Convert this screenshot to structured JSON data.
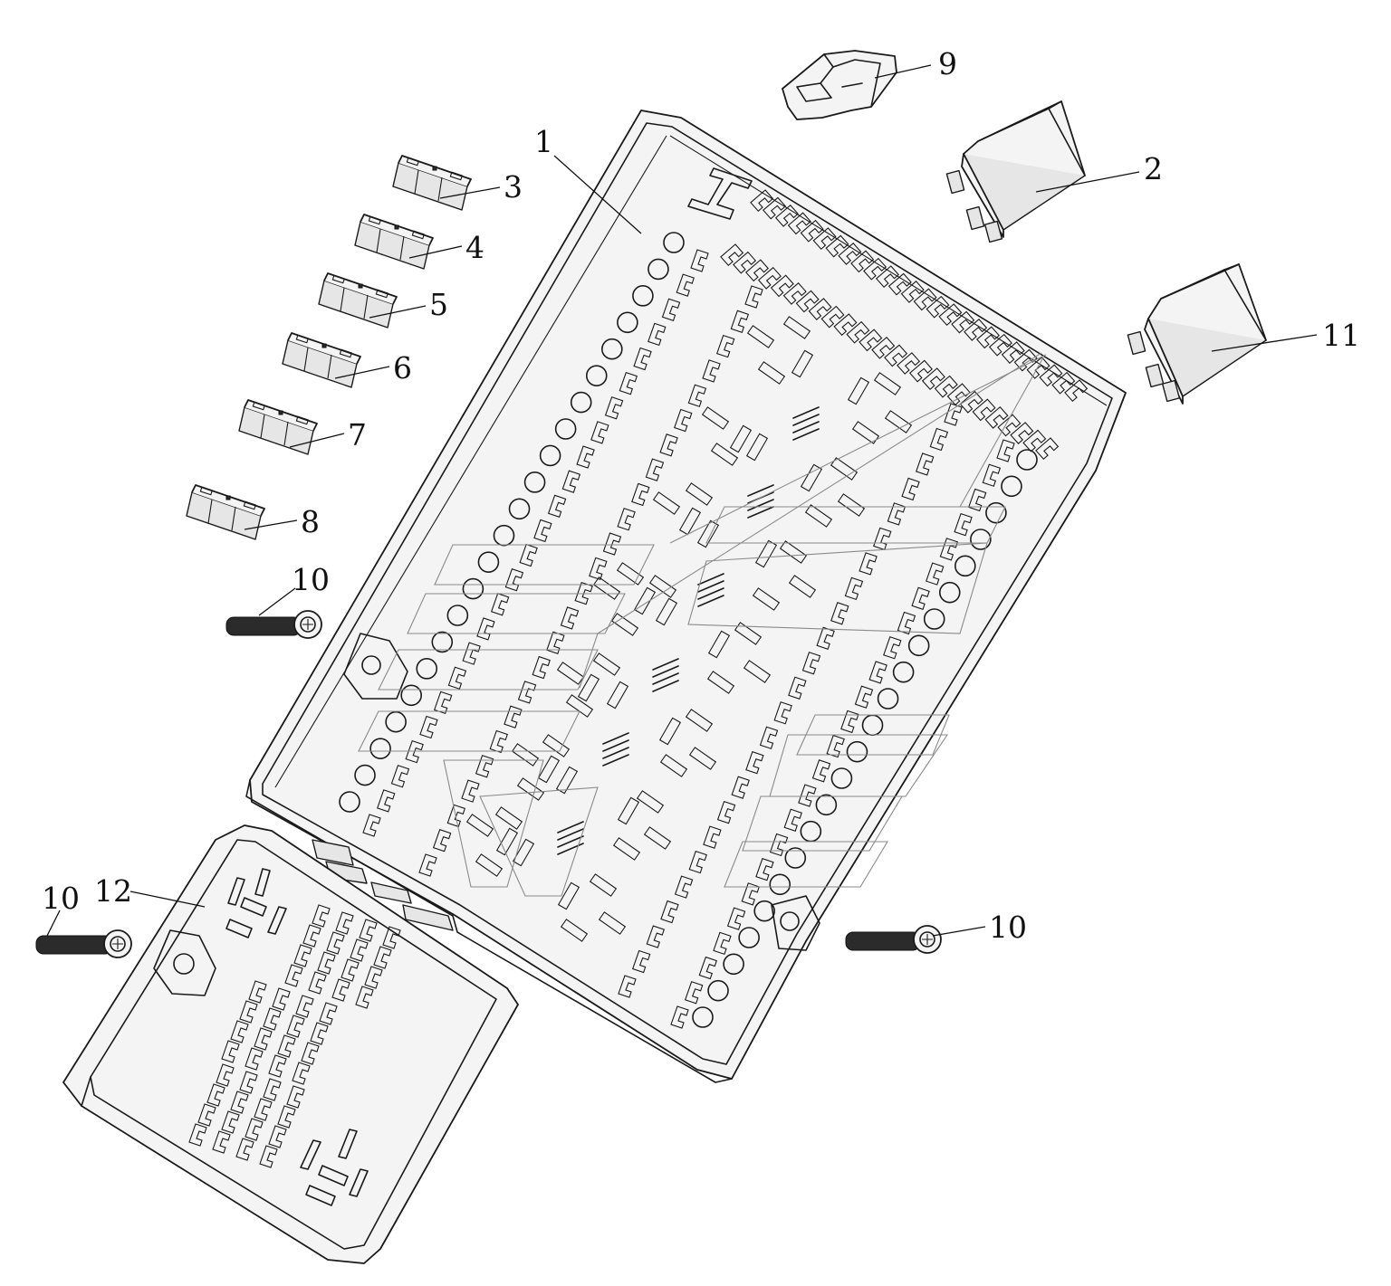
{
  "diagram": {
    "callouts": [
      {
        "id": "c1",
        "label": "1"
      },
      {
        "id": "c2",
        "label": "2"
      },
      {
        "id": "c3",
        "label": "3"
      },
      {
        "id": "c4",
        "label": "4"
      },
      {
        "id": "c5",
        "label": "5"
      },
      {
        "id": "c6",
        "label": "6"
      },
      {
        "id": "c7",
        "label": "7"
      },
      {
        "id": "c8",
        "label": "8"
      },
      {
        "id": "c9",
        "label": "9"
      },
      {
        "id": "c10a",
        "label": "10"
      },
      {
        "id": "c10b",
        "label": "10"
      },
      {
        "id": "c10c",
        "label": "10"
      },
      {
        "id": "c11",
        "label": "11"
      },
      {
        "id": "c12",
        "label": "12"
      }
    ]
  }
}
